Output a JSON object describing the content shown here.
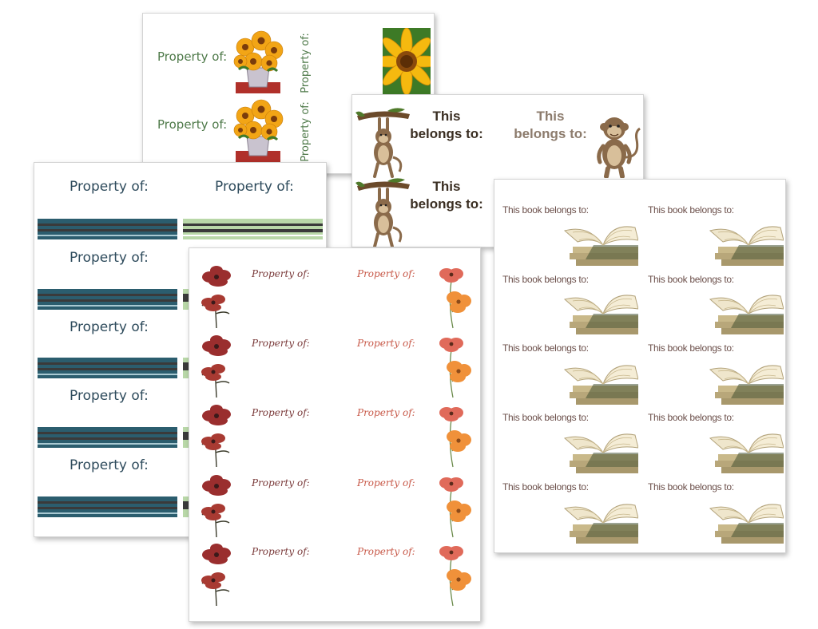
{
  "colors": {
    "sunflower_text": "#4f7a4a",
    "monkey_left_text": "#3a2e22",
    "monkey_right_text": "#8c7b6c",
    "stripe_text": "#2e4b5c",
    "stripe_teal": "#2b5d6e",
    "stripe_dark": "#3a3a3a",
    "stripe_green": "#b9d8a8",
    "book_text": "#6b4f4a",
    "poppy_left_text": "#7a3a3a",
    "poppy_right_text": "#c85a4a"
  },
  "sunflower_sheet": {
    "labels": [
      "Property of:",
      "Property of:"
    ],
    "vertical_labels": [
      "Property of:",
      "Property of:"
    ]
  },
  "monkey_sheet": {
    "labels": [
      "This belongs to:",
      "This belongs to:",
      "This belongs to:"
    ]
  },
  "stripe_sheet": {
    "labels": [
      "Property of:",
      "Property of:",
      "Property of:",
      "Property of:",
      "Property of:",
      "Property of:"
    ]
  },
  "book_sheet": {
    "labels": [
      "This book belongs to:",
      "This book belongs to:",
      "This book belongs to:",
      "This book belongs to:",
      "This book belongs to:",
      "This book belongs to:",
      "This book belongs to:",
      "This book belongs to:",
      "This book belongs to:",
      "This book belongs to:"
    ]
  },
  "poppy_sheet": {
    "left_labels": [
      "Property of:",
      "Property of:",
      "Property of:",
      "Property of:",
      "Property of:"
    ],
    "right_labels": [
      "Property of:",
      "Property of:",
      "Property of:",
      "Property of:",
      "Property of:"
    ]
  }
}
